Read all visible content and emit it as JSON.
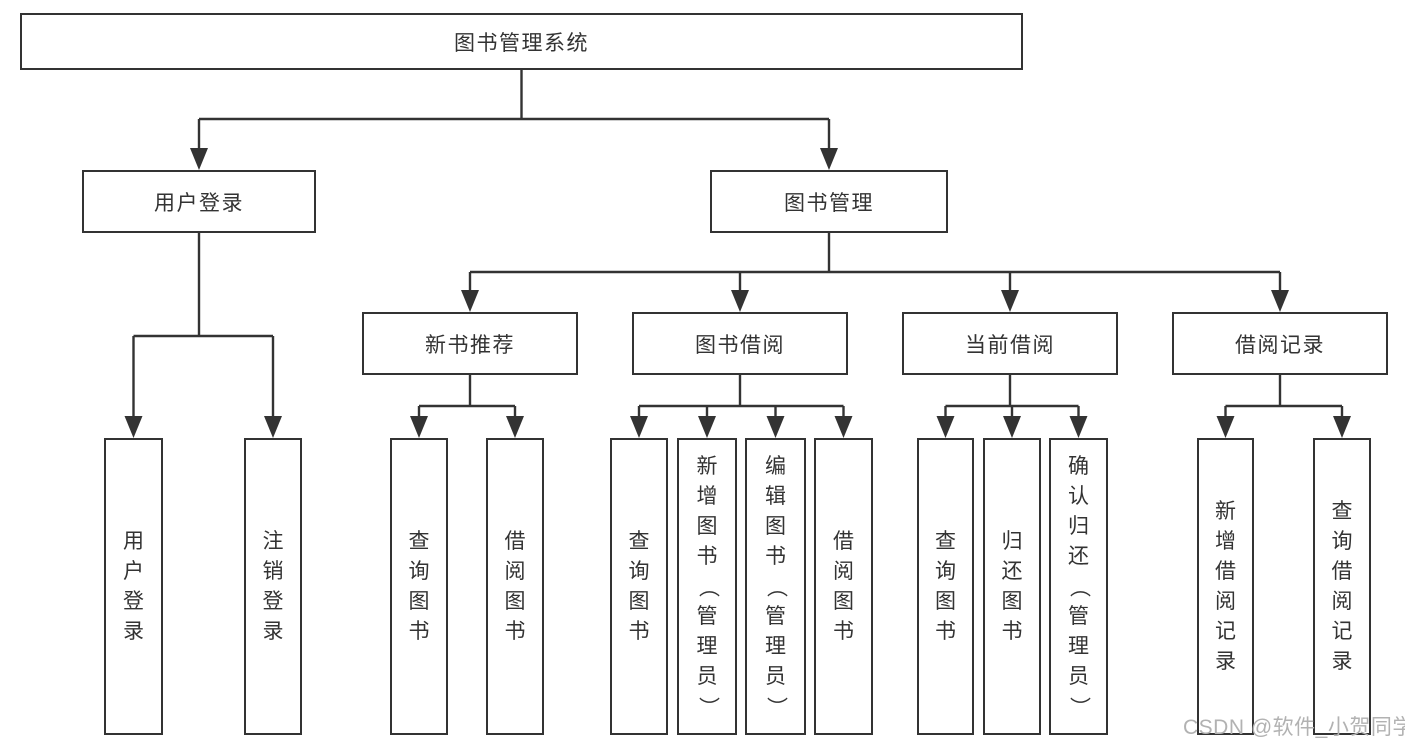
{
  "colors": {
    "background": "#ffffff",
    "line": "#333333",
    "box_border": "#333333",
    "text": "#333333",
    "watermark": "#b2b2b2"
  },
  "tree": {
    "root": {
      "label": "图书管理系统"
    },
    "level2": {
      "user_login": {
        "label": "用户登录",
        "children": {
          "login": {
            "label": "用户登录"
          },
          "logout": {
            "label": "注销登录"
          }
        }
      },
      "book_management": {
        "label": "图书管理",
        "children": {
          "new_book_recommend": {
            "label": "新书推荐",
            "children": {
              "query_books": {
                "label": "查询图书"
              },
              "borrow_books": {
                "label": "借阅图书"
              }
            }
          },
          "book_borrowing": {
            "label": "图书借阅",
            "children": {
              "query_books": {
                "label": "查询图书"
              },
              "add_books_admin": {
                "label": "新增图书（管理员）"
              },
              "edit_books_admin": {
                "label": "编辑图书（管理员）"
              },
              "borrow_books": {
                "label": "借阅图书"
              }
            }
          },
          "current_borrowing": {
            "label": "当前借阅",
            "children": {
              "query_books": {
                "label": "查询图书"
              },
              "return_books": {
                "label": "归还图书"
              },
              "confirm_return_admin": {
                "label": "确认归还（管理员）"
              }
            }
          },
          "borrowing_records": {
            "label": "借阅记录",
            "children": {
              "add_record": {
                "label": "新增借阅记录"
              },
              "query_record": {
                "label": "查询借阅记录"
              }
            }
          }
        }
      }
    }
  },
  "watermark": {
    "text": "CSDN @软件_小贺同学"
  }
}
